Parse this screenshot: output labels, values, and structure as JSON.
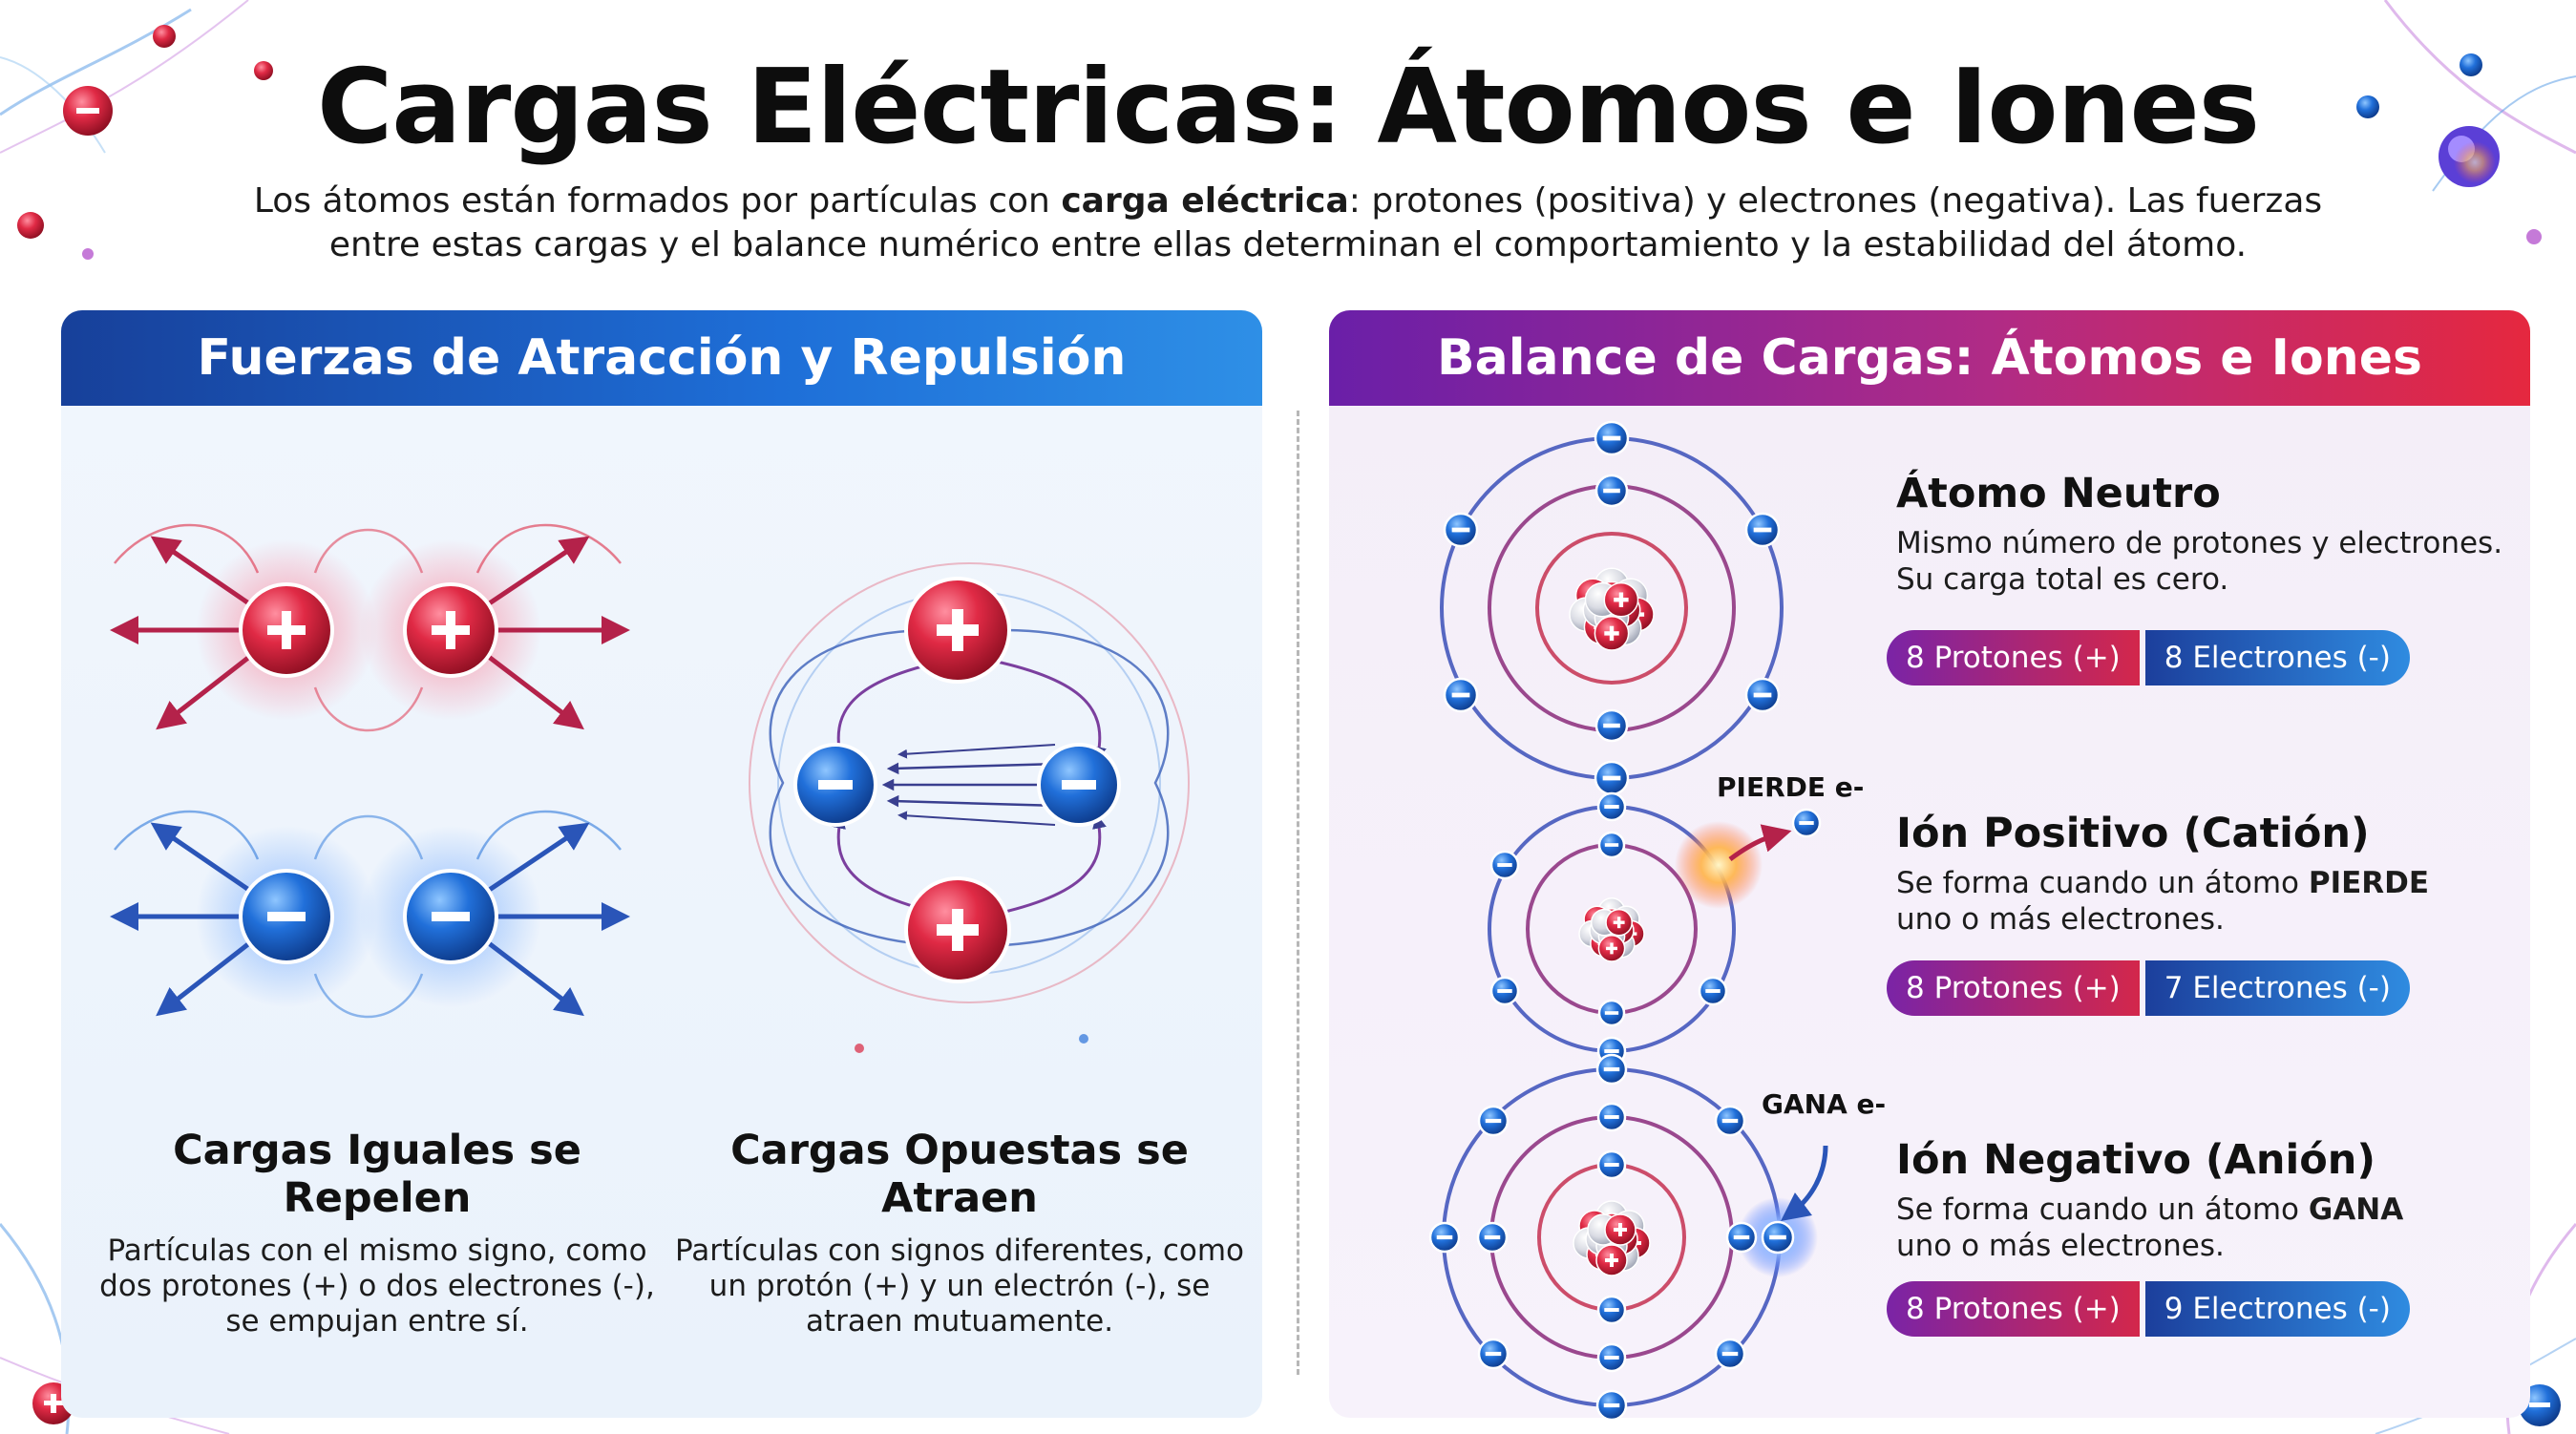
{
  "title": "Cargas Eléctricas: Átomos e Iones",
  "intro": {
    "line1_a": "Los átomos están formados por partículas con ",
    "line1_bold": "carga eléctrica",
    "line1_b": ": protones (positiva) y electrones (negativa). Las fuerzas",
    "line2": "entre estas cargas y el balance numérico entre ellas determinan el comportamiento y la estabilidad del átomo."
  },
  "left_panel": {
    "header": "Fuerzas de Atracción y Repulsión",
    "like": {
      "title_line1": "Cargas Iguales se",
      "title_line2": "Repelen",
      "text_line1": "Partículas con el mismo signo, como",
      "text_line2": "dos protones (+) o dos electrones (-),",
      "text_line3": "se empujan entre sí."
    },
    "opposite": {
      "title_line1": "Cargas Opuestas se",
      "title_line2": "Atraen",
      "text_line1": "Partículas con signos diferentes, como",
      "text_line2": "un protón (+) y un electrón (-), se",
      "text_line3": "atraen mutuamente."
    }
  },
  "right_panel": {
    "header": "Balance de Cargas: Átomos e Iones",
    "neutral": {
      "title": "Átomo Neutro",
      "text_line1": "Mismo número de protones y electrones.",
      "text_line2": "Su carga total es cero.",
      "protons": "8 Protones (+)",
      "electrons": "8 Electrones (-)"
    },
    "cation": {
      "tag": "PIERDE e-",
      "title": "Ión Positivo (Catión)",
      "text_line1_a": "Se forma cuando un átomo ",
      "text_line1_bold": "PIERDE",
      "text_line2": "uno o más electrones.",
      "protons": "8 Protones (+)",
      "electrons": "7 Electrones (-)"
    },
    "anion": {
      "tag": "GANA e-",
      "title": "Ión Negativo (Anión)",
      "text_line1_a": "Se forma cuando un átomo ",
      "text_line1_bold": "GANA",
      "text_line2": "uno o más electrones.",
      "protons": "8 Protones (+)",
      "electrons": "9 Electrones (-)"
    }
  },
  "colors": {
    "proton": "#d9243f",
    "electron": "#1f5fcf",
    "left_header": "#1e6fd8",
    "right_header_start": "#6a1fa8",
    "right_header_end": "#e5283f"
  }
}
